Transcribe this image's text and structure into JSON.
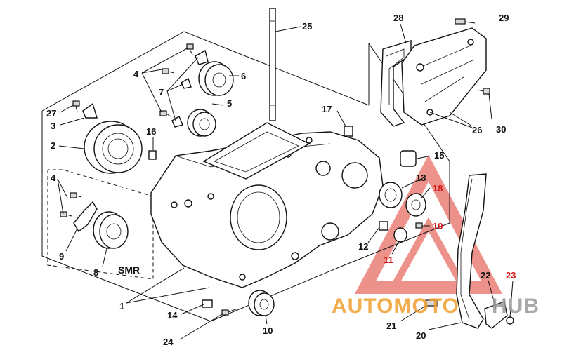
{
  "labels": {
    "l1": "1",
    "l2": "2",
    "l3": "3",
    "l4a": "4",
    "l4b": "4",
    "l5": "5",
    "l6": "6",
    "l7": "7",
    "l8": "8",
    "l9": "9",
    "l10": "10",
    "l11": "11",
    "l12": "12",
    "l13": "13",
    "l14": "14",
    "l15": "15",
    "l16": "16",
    "l17": "17",
    "l18": "18",
    "l19": "19",
    "l20": "20",
    "l21": "21",
    "l22": "22",
    "l23": "23",
    "l24": "24",
    "l25": "25",
    "l26": "26",
    "l27": "27",
    "l28": "28",
    "l29": "29",
    "l30": "30"
  },
  "smr_label": "SMR",
  "watermark": {
    "part1": "AUTOMOTO",
    "part2": "HUB"
  },
  "colors": {
    "callout": "#111111",
    "highlight_red": "#d01818",
    "watermark_red": "#e03a2e",
    "watermark_orange": "#f0a030",
    "watermark_grey": "#9a9a9a"
  }
}
